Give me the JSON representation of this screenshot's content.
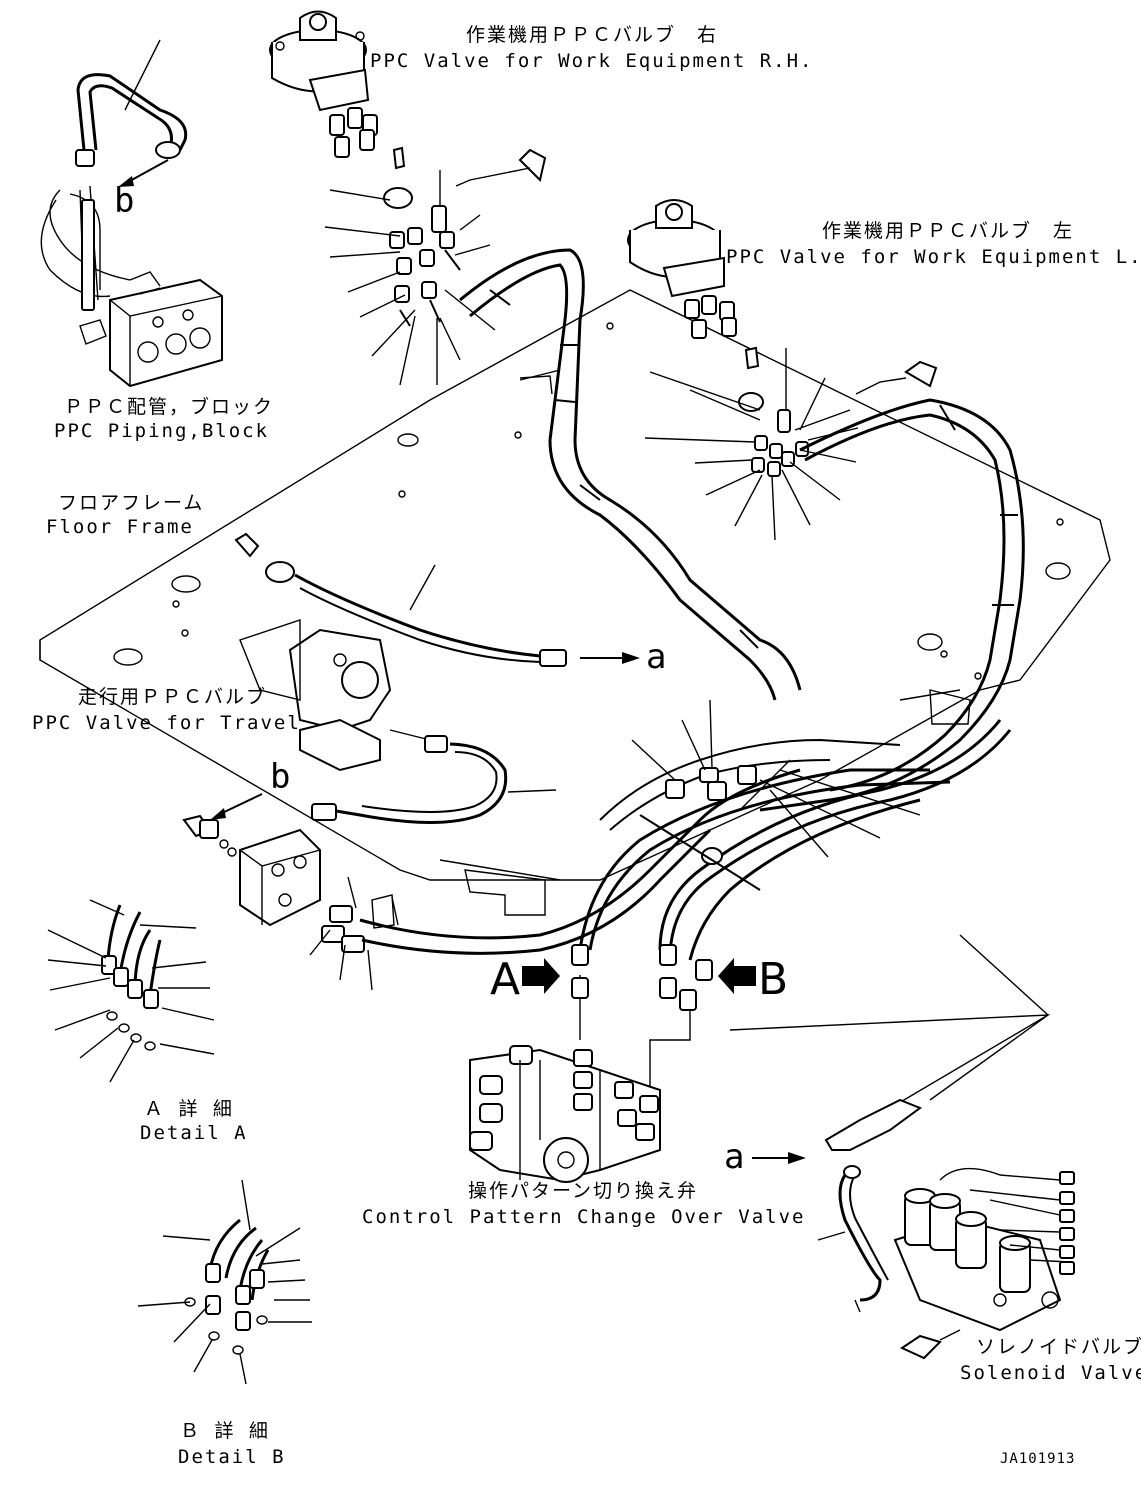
{
  "labels": {
    "ppc_right_jp": "作業機用ＰＰＣバルブ　右",
    "ppc_right_en": "PPC Valve for Work Equipment R.H.",
    "ppc_left_jp": "作業機用ＰＰＣバルブ　左",
    "ppc_left_en": "PPC Valve for Work Equipment L.H.",
    "piping_block_jp": "ＰＰＣ配管，ブロック",
    "piping_block_en": "PPC Piping,Block",
    "floor_frame_jp": "フロアフレーム",
    "floor_frame_en": "Floor Frame",
    "travel_jp": "走行用ＰＰＣバルブ",
    "travel_en": "PPC Valve for Travel",
    "detail_a_jp": "Ａ 詳 細",
    "detail_a_en": "Detail A",
    "detail_b_jp": "Ｂ 詳 細",
    "detail_b_en": "Detail B",
    "control_jp": "操作パターン切り換え弁",
    "control_en": "Control Pattern Change Over Valve",
    "solenoid_jp": "ソレノイドバルブ",
    "solenoid_en": "Solenoid Valve",
    "ref_code": "JA101913"
  },
  "markers": {
    "a_right": "a",
    "a_left": "a",
    "b_top": "b",
    "b_mid": "b",
    "arrow_a": "A",
    "arrow_b": "B"
  }
}
